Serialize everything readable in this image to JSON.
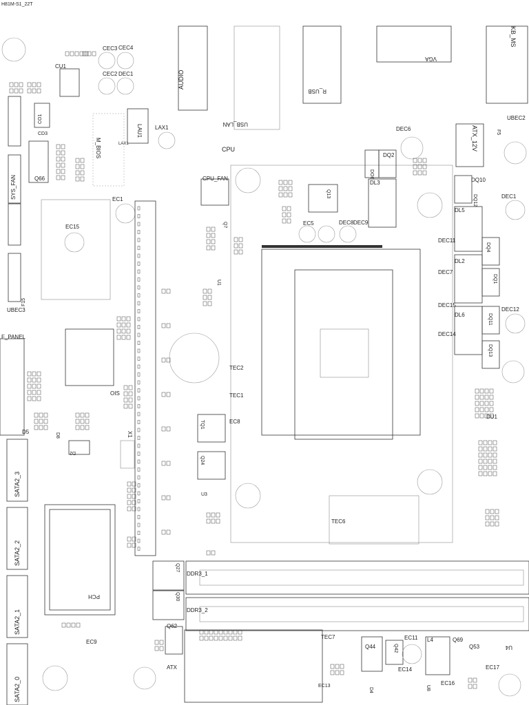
{
  "board": {
    "model": "H81M-S1_22T"
  },
  "labels": {
    "cec3": "CEC3",
    "cec4": "CEC4",
    "cec2": "CEC2",
    "dec1_top": "DEC1",
    "cu1": "CU1",
    "audio": "AUDIO",
    "usb_lan": "USB_LAN",
    "r_usb": "R_USB",
    "vga": "VGA",
    "kb_ms": "KB_MS",
    "ubec2": "UBEC2",
    "atx_12v": "ATX_12V",
    "dec6": "DEC6",
    "lau1": "LAU1",
    "lax1": "LAX1",
    "lax2": "LAX1",
    "m_bios": "M_BIOS",
    "cpu": "CPU",
    "cpu_fan": "CPU_FAN",
    "sys_fan": "SYS_FAN",
    "dq2": "DQ2",
    "do6": "DO6",
    "dl3": "DL3",
    "dq10": "DQ10",
    "dq12": "DQ12",
    "dec1": "DEC1",
    "dl5": "DL5",
    "dec11": "DEC11",
    "dl2": "DL2",
    "dec7": "DEC7",
    "dq4": "DQ4",
    "dq1": "DQ1",
    "dec15": "DEC15",
    "dl6": "DL6",
    "dec12": "DEC12",
    "dq11": "DQ11",
    "dec14": "DEC14",
    "dq13": "DQ13",
    "du1": "DU1",
    "q13": "Q13",
    "ec5": "EC5",
    "dec8": "DEC8",
    "dec9": "DEC9",
    "ec1": "EC1",
    "ec15": "EC15",
    "ubec3": "UBEC3",
    "f_panel": "F_PANEL",
    "d5": "D5",
    "d8": "D8",
    "d2": "D2",
    "ois": "OIS",
    "x1": "X1",
    "tec2": "TEC2",
    "tec1": "TEC1",
    "ec8": "EC8",
    "tq1": "TQ1",
    "q24": "Q24",
    "u3": "U3",
    "u1": "U1",
    "q7": "Q7",
    "tec6": "TEC6",
    "sata2_3": "SATA2_3",
    "sata2_2": "SATA2_2",
    "sata2_1": "SATA2_1",
    "sata2_0": "SATA2_0",
    "pch": "PCH",
    "ec9": "EC9",
    "ddr3_1": "DDR3_1",
    "ddr3_2": "DDR3_2",
    "q27": "Q27",
    "q30": "Q30",
    "q62": "Q62",
    "atx": "ATX",
    "tec7": "TEC7",
    "q44": "Q44",
    "q42": "Q42",
    "ec11": "EC11",
    "ec14": "EC14",
    "l4": "L4",
    "q69": "Q69",
    "q53": "Q53",
    "u4": "U4",
    "ec16": "EC16",
    "ec17": "EC17",
    "u8": "U8",
    "d4": "D4",
    "ec13": "EC13",
    "q66": "Q66",
    "co1": "CO1",
    "cd3": "CD3",
    "f5": "F5",
    "f15": "F15"
  }
}
